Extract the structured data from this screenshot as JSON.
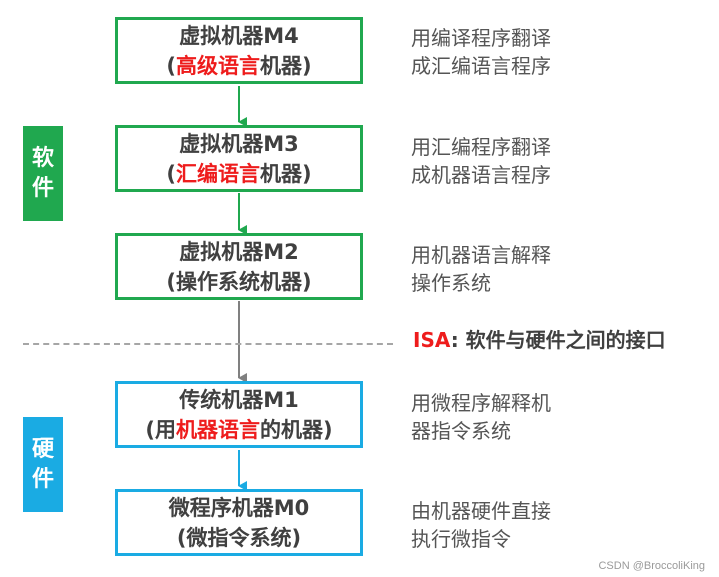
{
  "levels": [
    {
      "name": "虚拟机器M4",
      "paren_open": "(",
      "paren_highlight": "高级语言",
      "paren_mid": "",
      "paren_after": "机器)",
      "desc1": "用编译程序翻译",
      "desc2": "成汇编语言程序"
    },
    {
      "name": "虚拟机器M3",
      "paren_open": "(",
      "paren_highlight": "汇编语言",
      "paren_mid": "",
      "paren_after": "机器)",
      "desc1": "用汇编程序翻译",
      "desc2": "成机器语言程序"
    },
    {
      "name": "虚拟机器M2",
      "paren_open": "(操作系统机器)",
      "desc1": "用机器语言解释",
      "desc2": "操作系统"
    },
    {
      "name": "传统机器M1",
      "paren_open": "(用",
      "paren_highlight": "机器语言",
      "paren_after": "的机器)",
      "desc1": "用微程序解释机",
      "desc2": "器指令系统"
    },
    {
      "name": "微程序机器M0",
      "paren_open": "(微指令系统)",
      "desc1": "由机器硬件直接",
      "desc2": "执行微指令"
    }
  ],
  "software_label": [
    "软",
    "件"
  ],
  "hardware_label": [
    "硬",
    "件"
  ],
  "isa": {
    "key": "ISA",
    "text": ": 软件与硬件之间的接口"
  },
  "watermark": "CSDN @BroccoliKing",
  "colors": {
    "software": "#20a84f",
    "hardware": "#1aabe3",
    "highlight": "#ee1c1c",
    "connector": "#808080",
    "divider": "#a6a6a6"
  }
}
